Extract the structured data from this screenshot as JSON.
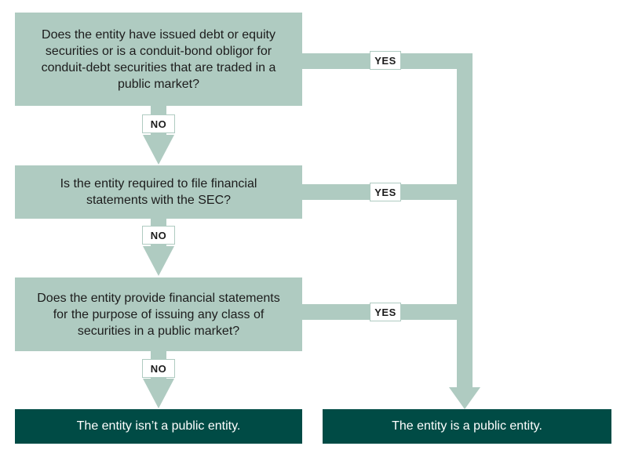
{
  "questions": [
    {
      "text": "Does the entity have issued debt or equity securities or is a conduit-bond obligor for conduit-debt securities that are traded in a public market?"
    },
    {
      "text": "Is the entity required to file financial statements with the SEC?"
    },
    {
      "text": "Does the entity provide financial statements for the purpose of issuing any class of securities in a public market?"
    }
  ],
  "labels": {
    "yes": "YES",
    "no": "NO"
  },
  "results": {
    "not_public": "The entity isn’t a public entity.",
    "public": "The entity is a public entity."
  },
  "colors": {
    "box": "#afcbc1",
    "result": "#004b45",
    "text": "#1c1c1c"
  }
}
